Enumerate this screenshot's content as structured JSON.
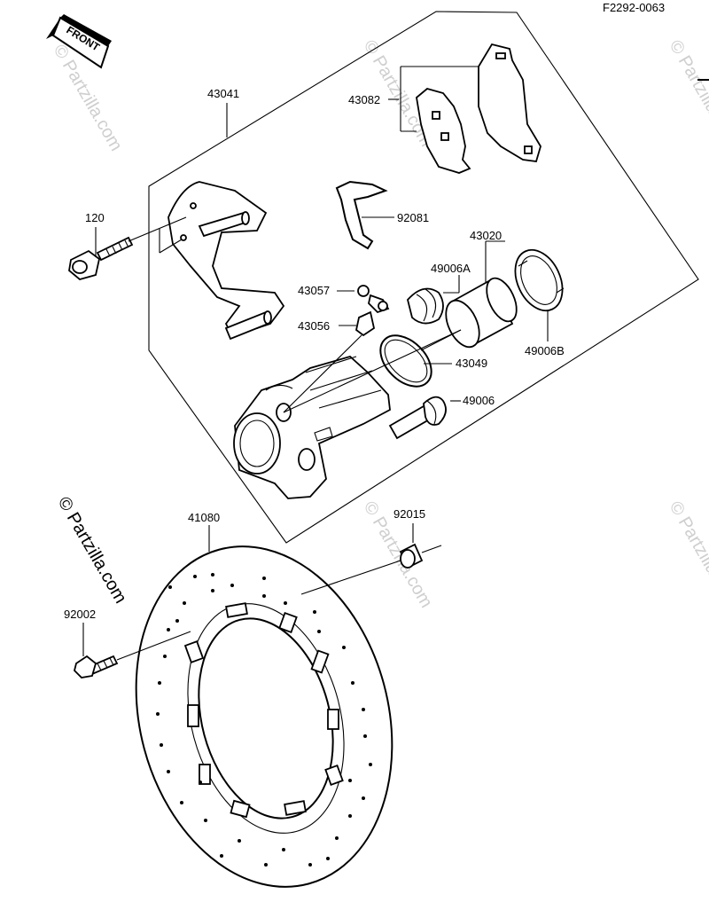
{
  "figure_code": "F2292-0063",
  "front_label": "FRONT",
  "watermark": "© Partzilla.com",
  "parts": {
    "p43041": "43041",
    "p43082": "43082",
    "p92081": "92081",
    "p120": "120",
    "p43020": "43020",
    "p49006A": "49006A",
    "p43057": "43057",
    "p43056": "43056",
    "p43049": "43049",
    "p49006B": "49006B",
    "p49006": "49006",
    "p41080": "41080",
    "p92015": "92015",
    "p92002": "92002"
  }
}
